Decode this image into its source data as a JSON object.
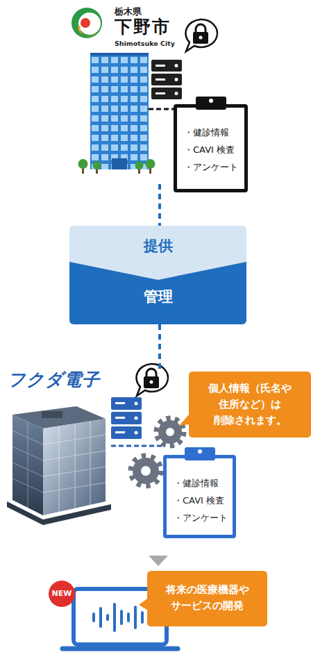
{
  "diagram": {
    "nodes": [
      {
        "text": [
          "栃木県",
          "下野市",
          "Shimotsuke City"
        ]
      },
      {
        "text": [
          "・健診情報",
          "・CAVI 検査",
          "・アンケート"
        ]
      },
      {
        "text": [
          "提供",
          "管理"
        ]
      },
      {
        "text": [
          "フクダ電子"
        ]
      },
      {
        "text": [
          "個人情報（氏名や 住所など）は 削除されます。"
        ]
      },
      {
        "text": [
          "・健診情報",
          "・CAVI 検査",
          "・アンケート"
        ]
      },
      {
        "text": [
          "NEW"
        ]
      },
      {
        "text": [
          "将来の医療機器や サービスの開発"
        ]
      }
    ],
    "edges": [
      {
        "from": 0,
        "to": 2,
        "arrow": "none"
      },
      {
        "from": 2,
        "to": 3,
        "arrow": "none"
      }
    ]
  }
}
